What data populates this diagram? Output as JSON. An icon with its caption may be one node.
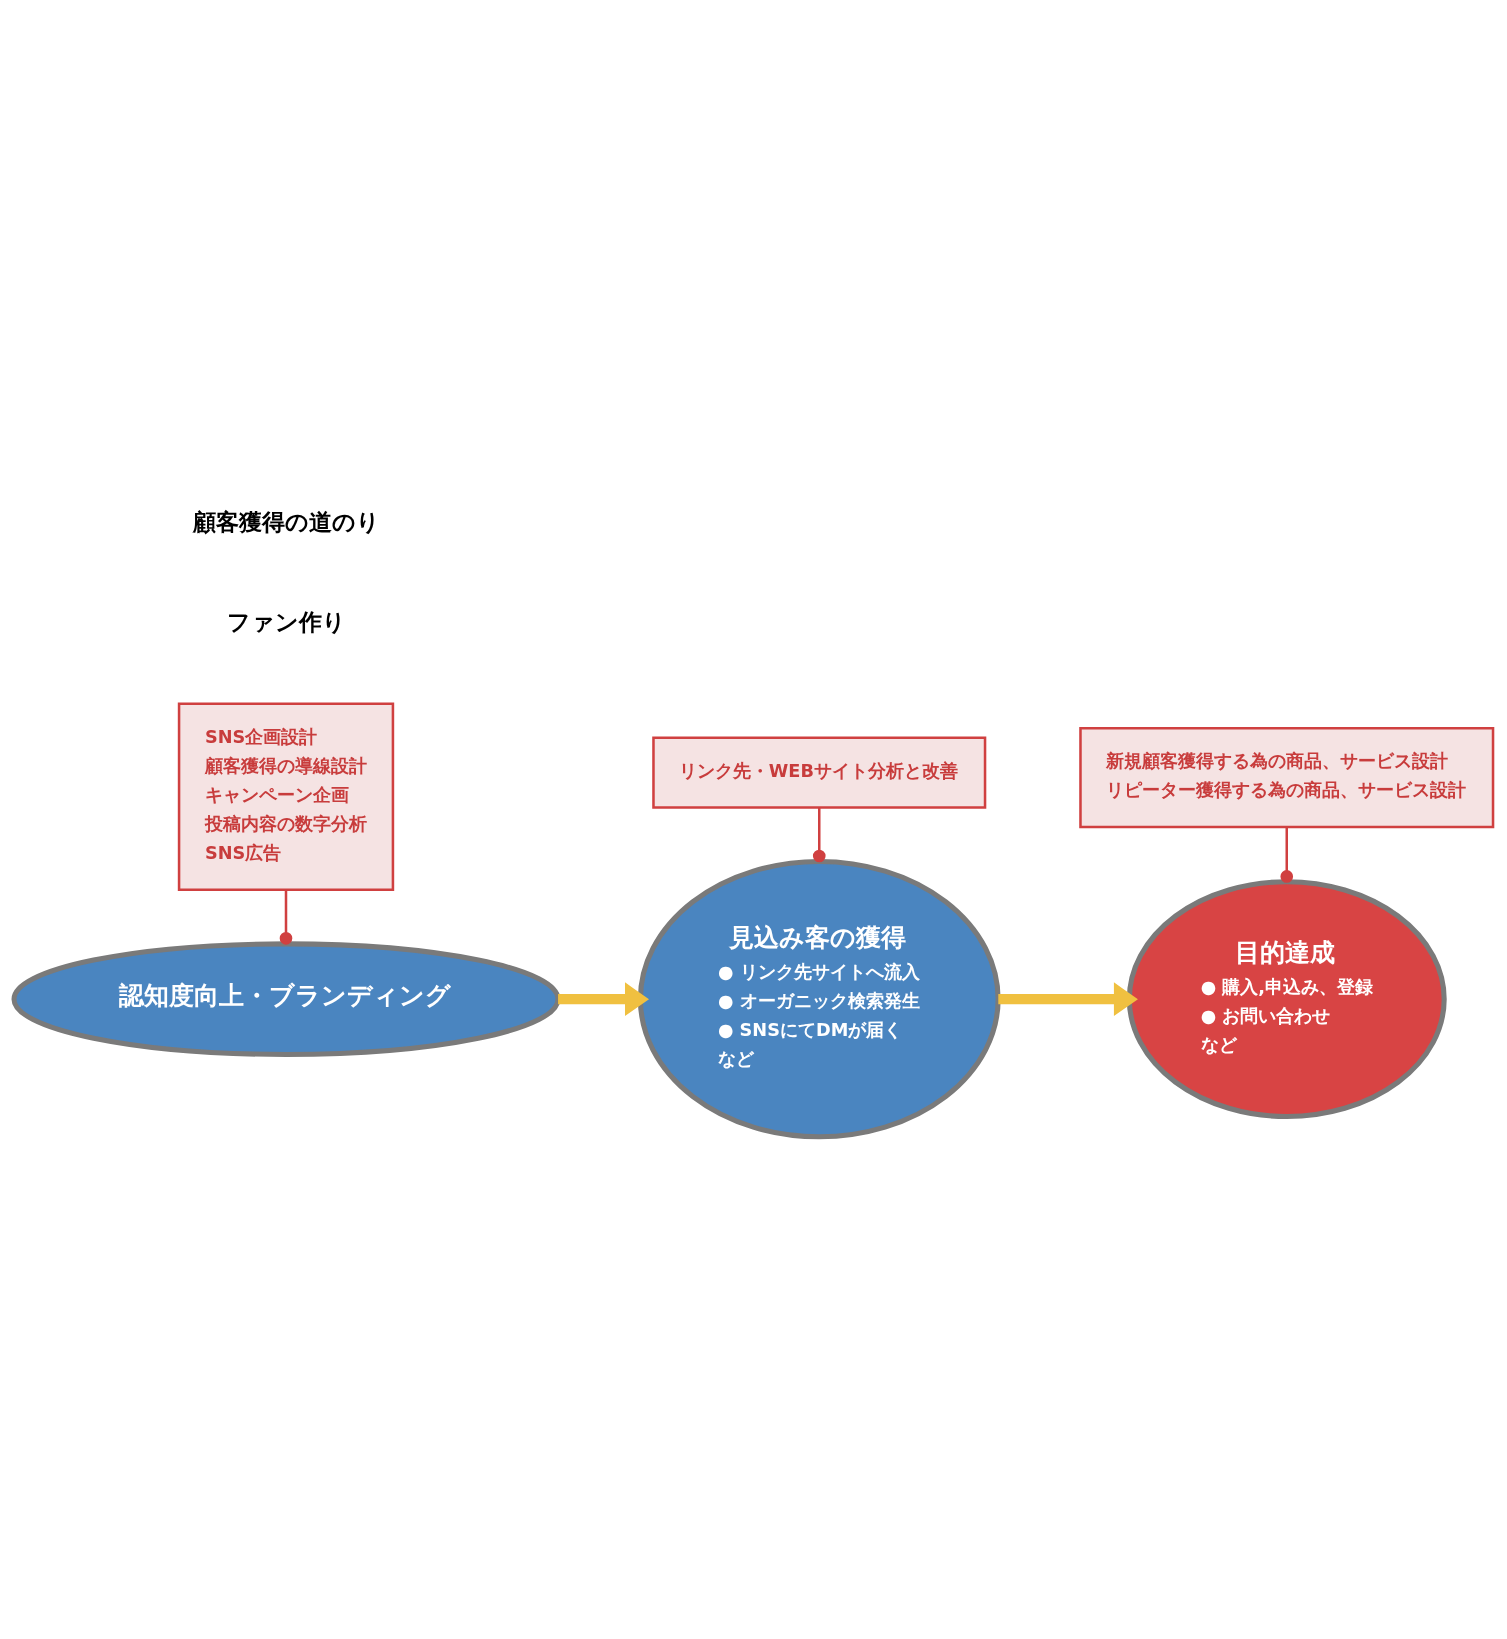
{
  "diagram": {
    "nodes": [
      {
        "text": [
          "認知度向上・ブランディング"
        ]
      },
      {
        "text": [
          "見込み客の獲得",
          "● リンク先サイトへ流入",
          "● オーガニック検索発生",
          "● SNSにてDMが届く",
          "など"
        ]
      },
      {
        "text": [
          "目的達成",
          "● 購入,申込み、登録",
          "● お問い合わせ",
          "など"
        ]
      },
      {
        "text": [
          "SNS企画設計",
          "顧客獲得の導線設計",
          "キャンペーン企画",
          "投稿内容の数字分析",
          "SNS広告"
        ]
      },
      {
        "text": [
          "リンク先・WEBサイト分析と改善"
        ]
      },
      {
        "text": [
          "新規顧客獲得する為の商品、サービス設計",
          "リピーター獲得する為の商品、サービス設計"
        ]
      }
    ],
    "edges": [
      {
        "from": 0,
        "to": 1,
        "arrow": "to",
        "style": "thick",
        "color": "#f0c040"
      },
      {
        "from": 1,
        "to": 2,
        "arrow": "to",
        "style": "thick",
        "color": "#f0c040"
      },
      {
        "from": 3,
        "to": 0,
        "arrow": "other"
      },
      {
        "from": 4,
        "to": 1,
        "arrow": "other"
      },
      {
        "from": 5,
        "to": 2,
        "arrow": "other"
      }
    ],
    "labels": [
      "ファン作り",
      "顧客獲得の道のり"
    ]
  }
}
